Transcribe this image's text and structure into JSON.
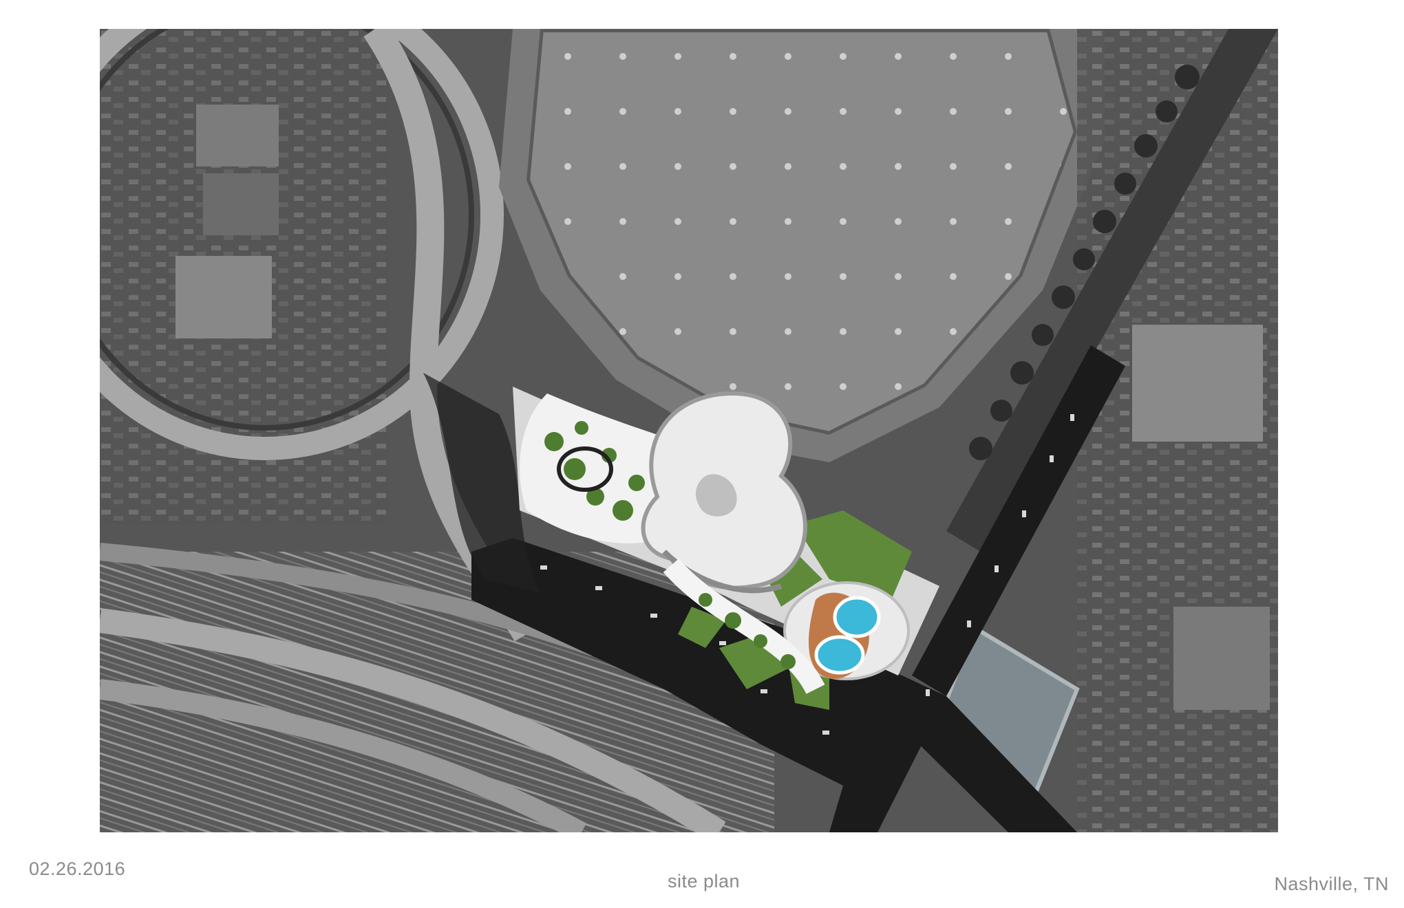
{
  "sheet": {
    "date": "02.26.2016",
    "title": "site plan",
    "location": "Nashville, TN"
  },
  "image": {
    "description_icon": "aerial-site-plan-image",
    "colors": {
      "aerial_dark": "#3c3c3c",
      "aerial_mid": "#6e6e6e",
      "aerial_light": "#9a9a9a",
      "arena_roof": "#8c8c8c",
      "road": "#1a1a1a",
      "building": "#e8e8e8",
      "landscape": "#5e8a3a",
      "pool": "#3cb8d8",
      "deck": "#c07a4a",
      "caption_text": "#8a8a8a"
    }
  }
}
